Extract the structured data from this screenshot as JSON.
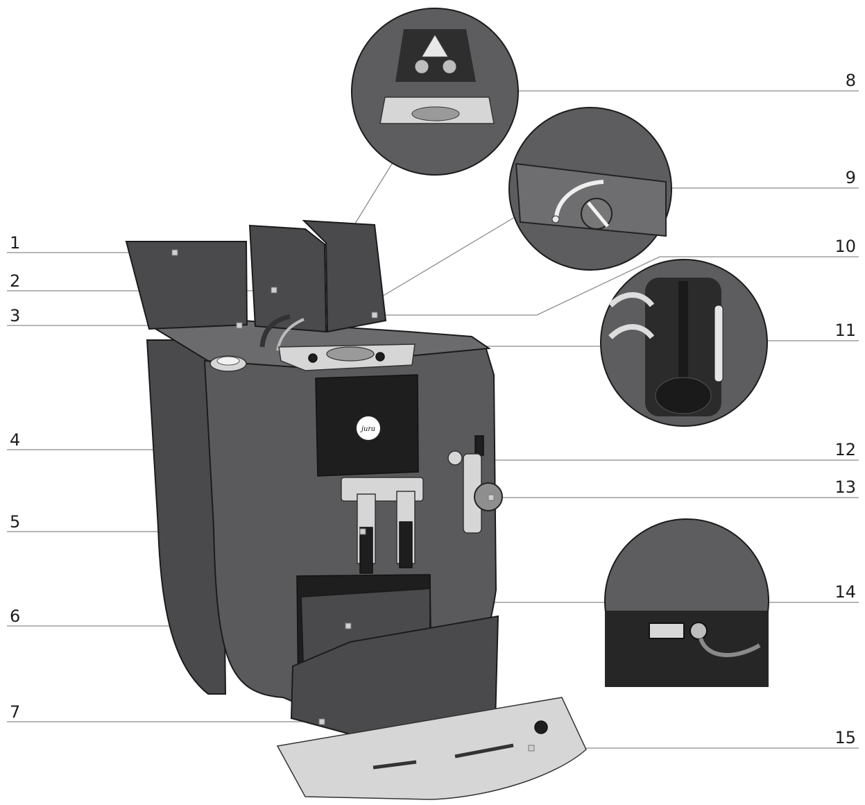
{
  "callouts": [
    {
      "id": "1",
      "label": "1"
    },
    {
      "id": "2",
      "label": "2"
    },
    {
      "id": "3",
      "label": "3"
    },
    {
      "id": "4",
      "label": "4"
    },
    {
      "id": "5",
      "label": "5"
    },
    {
      "id": "6",
      "label": "6"
    },
    {
      "id": "7",
      "label": "7"
    },
    {
      "id": "8",
      "label": "8"
    },
    {
      "id": "9",
      "label": "9"
    },
    {
      "id": "10",
      "label": "10"
    },
    {
      "id": "11",
      "label": "11"
    },
    {
      "id": "12",
      "label": "12"
    },
    {
      "id": "13",
      "label": "13"
    },
    {
      "id": "14",
      "label": "14"
    },
    {
      "id": "15",
      "label": "15"
    }
  ],
  "logo": {
    "text": "jura"
  },
  "colors": {
    "body": "#4a4a4c",
    "chrome": "#d6d6d6",
    "leader": "#8a8a8a",
    "text": "#1d1d1d"
  }
}
